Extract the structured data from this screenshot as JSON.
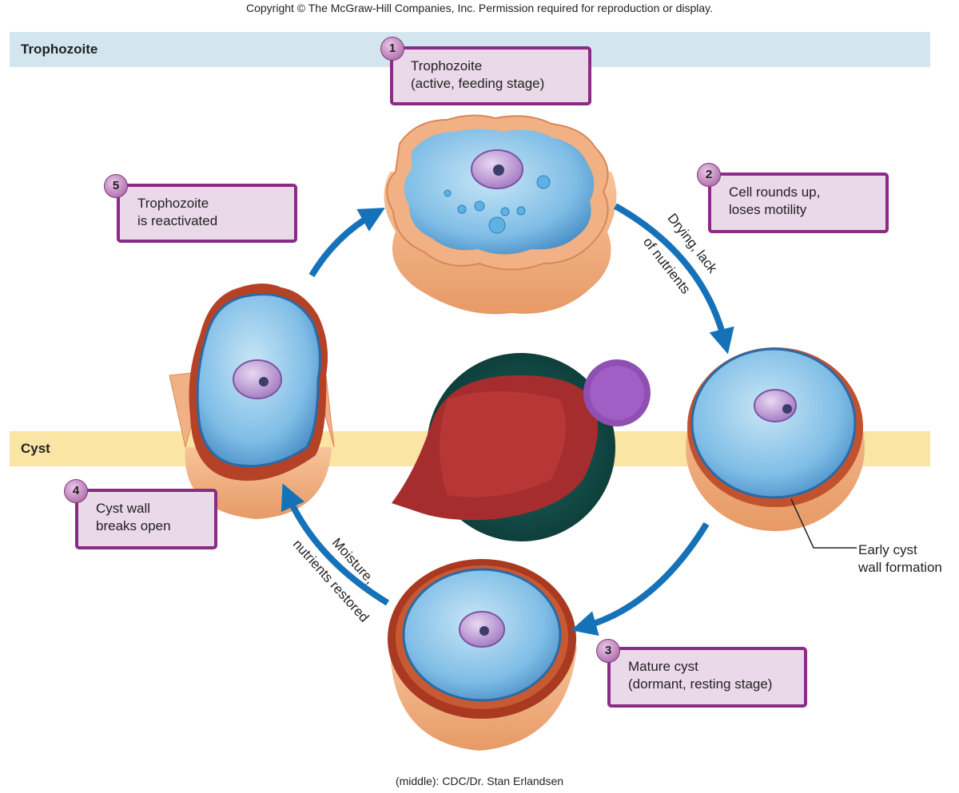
{
  "header": {
    "copyright": "Copyright © The McGraw-Hill Companies, Inc. Permission required for reproduction or display."
  },
  "bands": {
    "trophozoite": "Trophozoite",
    "cyst": "Cyst"
  },
  "steps": [
    {
      "number": "1",
      "lines": [
        "Trophozoite",
        "(active, feeding stage)"
      ]
    },
    {
      "number": "2",
      "lines": [
        "Cell rounds up,",
        "loses motility"
      ]
    },
    {
      "number": "3",
      "lines": [
        "Mature cyst",
        "(dormant, resting stage)"
      ]
    },
    {
      "number": "4",
      "lines": [
        "Cyst wall",
        "breaks open"
      ]
    },
    {
      "number": "5",
      "lines": [
        "Trophozoite",
        "is reactivated"
      ]
    }
  ],
  "arrows": {
    "drying": [
      "Drying, lack",
      "of nutrients"
    ],
    "moisture": [
      "Moisture,",
      "nutrients restored"
    ]
  },
  "annotation": [
    "Early cyst",
    "wall formation"
  ],
  "footer": {
    "credit": "(middle): CDC/Dr. Stan Erlandsen"
  },
  "colors": {
    "callout_border": "#8a2b87",
    "callout_fill": "#ead9e9",
    "arrow": "#1672b8",
    "band_trophozoite": "#d3e6f0",
    "band_cyst": "#fbe5a4"
  }
}
